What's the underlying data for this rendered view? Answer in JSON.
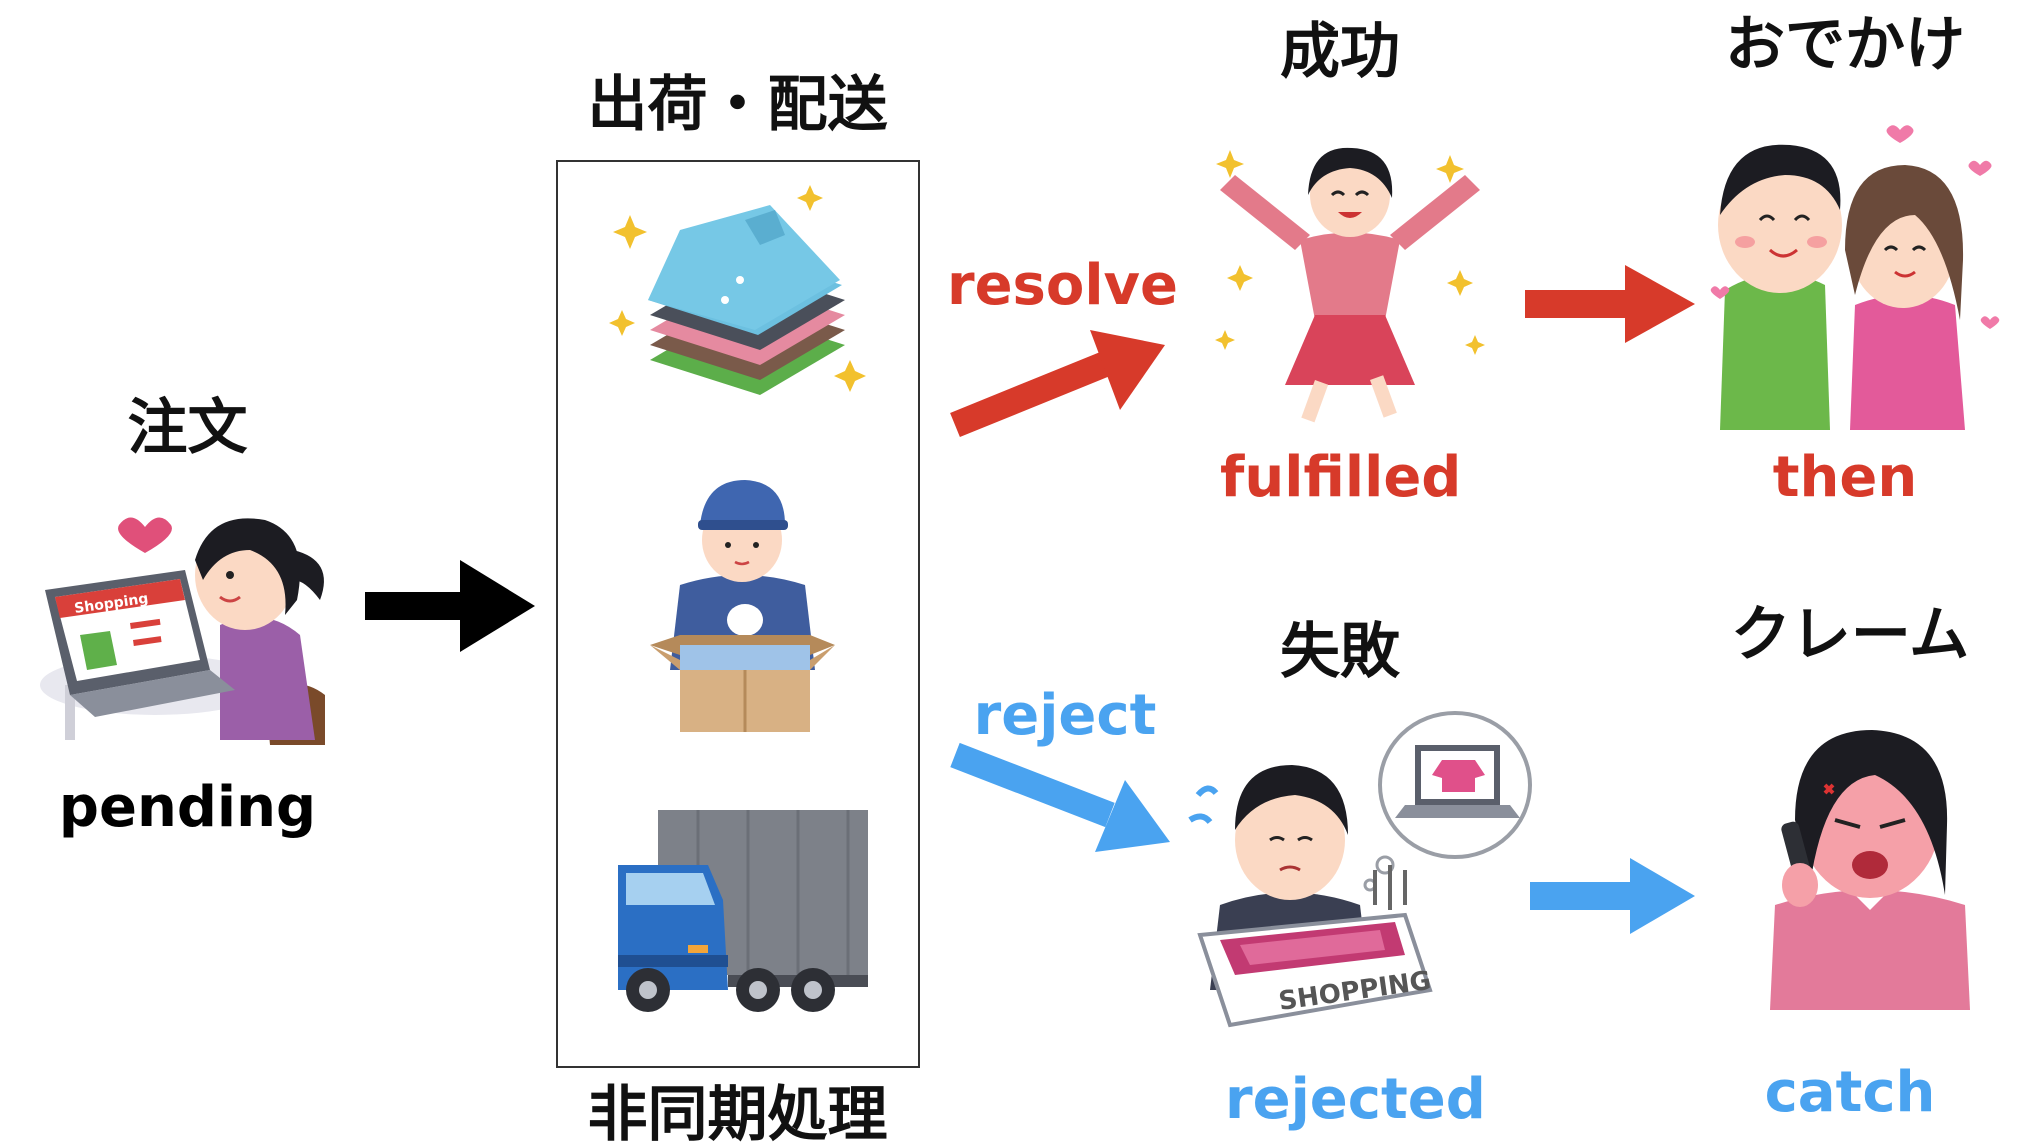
{
  "labels": {
    "order": "注文",
    "pending": "pending",
    "shipping": "出荷・配送",
    "async": "非同期処理",
    "resolve": "resolve",
    "reject": "reject",
    "success": "成功",
    "fulfilled": "fulfilled",
    "failure": "失敗",
    "rejected": "rejected",
    "outing": "おでかけ",
    "then": "then",
    "claim": "クレーム",
    "catch": "catch"
  },
  "illustration_text": {
    "laptop_sign": "Shopping",
    "box_text": "SHOPPING"
  },
  "colors": {
    "resolve": "#d73a2a",
    "reject": "#4aa3f0",
    "neutral": "#000000"
  }
}
